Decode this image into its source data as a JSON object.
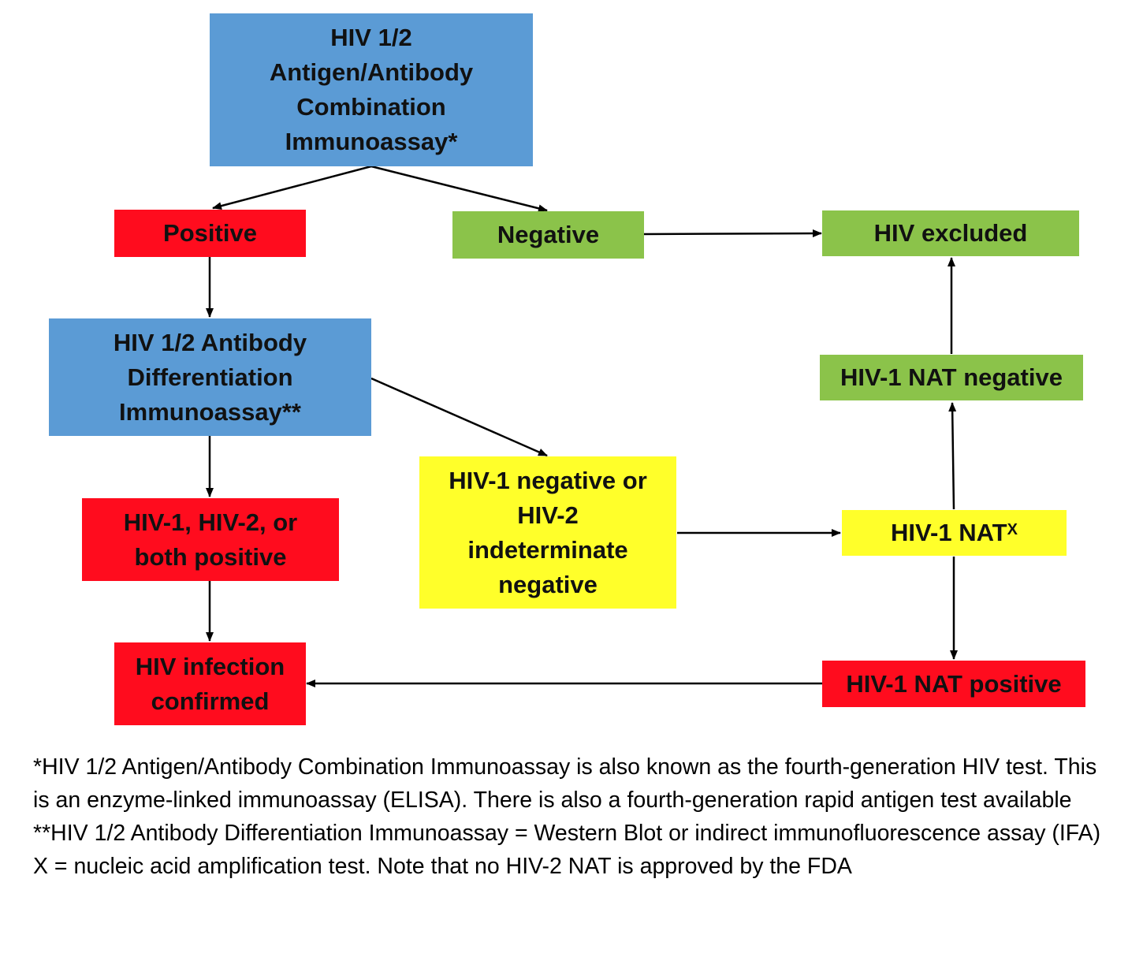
{
  "nodes": {
    "combo_assay": "HIV 1/2\nAntigen/Antibody\nCombination\nImmunoassay*",
    "positive": "Positive",
    "negative": "Negative",
    "hiv_excluded": "HIV excluded",
    "differentiation_assay": "HIV 1/2 Antibody\nDifferentiation\nImmunoassay**",
    "nat_negative": "HIV-1 NAT negative",
    "hiv_both_positive": "HIV-1, HIV-2, or\nboth positive",
    "hiv1_negative_indeterminate": "HIV-1 negative or\nHIV-2\nindeterminate\nnegative",
    "nat": "HIV-1 NAT",
    "nat_superscript": "X",
    "infection_confirmed": "HIV infection\nconfirmed",
    "nat_positive": "HIV-1 NAT positive"
  },
  "colors": {
    "blue": "#5b9bd5",
    "red": "#ff0c1e",
    "green": "#8bc34a",
    "yellow": "#ffff2a"
  },
  "footnotes": [
    "*HIV 1/2 Antigen/Antibody Combination Immunoassay is also known as the fourth-generation HIV test. This is an enzyme-linked immunoassay (ELISA). There is also a fourth-generation rapid antigen test available",
    "**HIV 1/2 Antibody Differentiation Immunoassay = Western Blot or indirect immunofluorescence assay (IFA)",
    "X = nucleic acid amplification test. Note that no HIV-2 NAT is approved by the FDA"
  ]
}
